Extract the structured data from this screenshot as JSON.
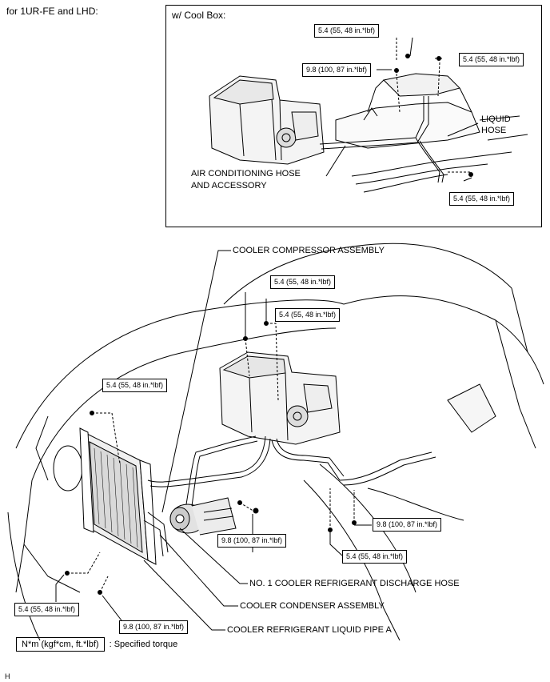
{
  "header": {
    "title": "for 1UR-FE and LHD:"
  },
  "inset": {
    "title": "w/ Cool Box:"
  },
  "torques": {
    "i1": "5.4 (55, 48 in.*lbf)",
    "i2": "9.8 (100, 87 in.*lbf)",
    "i3": "5.4 (55, 48 in.*lbf)",
    "i4": "5.4 (55, 48 in.*lbf)",
    "m1": "5.4 (55, 48 in.*lbf)",
    "m2": "5.4 (55, 48 in.*lbf)",
    "m3": "5.4 (55, 48 in.*lbf)",
    "m4": "9.8 (100, 87 in.*lbf)",
    "m5": "9.8 (100, 87 in.*lbf)",
    "m6": "5.4 (55, 48 in.*lbf)",
    "m7": "5.4 (55, 48 in.*lbf)",
    "m8": "9.8 (100, 87 in.*lbf)"
  },
  "labels": {
    "liquid_hose_1": "LIQUID",
    "liquid_hose_2": "HOSE",
    "ac_hose_1": "AIR CONDITIONING HOSE",
    "ac_hose_2": "AND ACCESSORY",
    "compressor": "COOLER COMPRESSOR ASSEMBLY",
    "discharge_hose": "NO. 1 COOLER REFRIGERANT DISCHARGE HOSE",
    "condenser": "COOLER CONDENSER ASSEMBLY",
    "liquid_pipe": "COOLER REFRIGERANT LIQUID PIPE A"
  },
  "legend": {
    "unit": "N*m (kgf*cm, ft.*lbf)",
    "desc": ": Specified torque"
  },
  "footer": {
    "code": "H"
  }
}
